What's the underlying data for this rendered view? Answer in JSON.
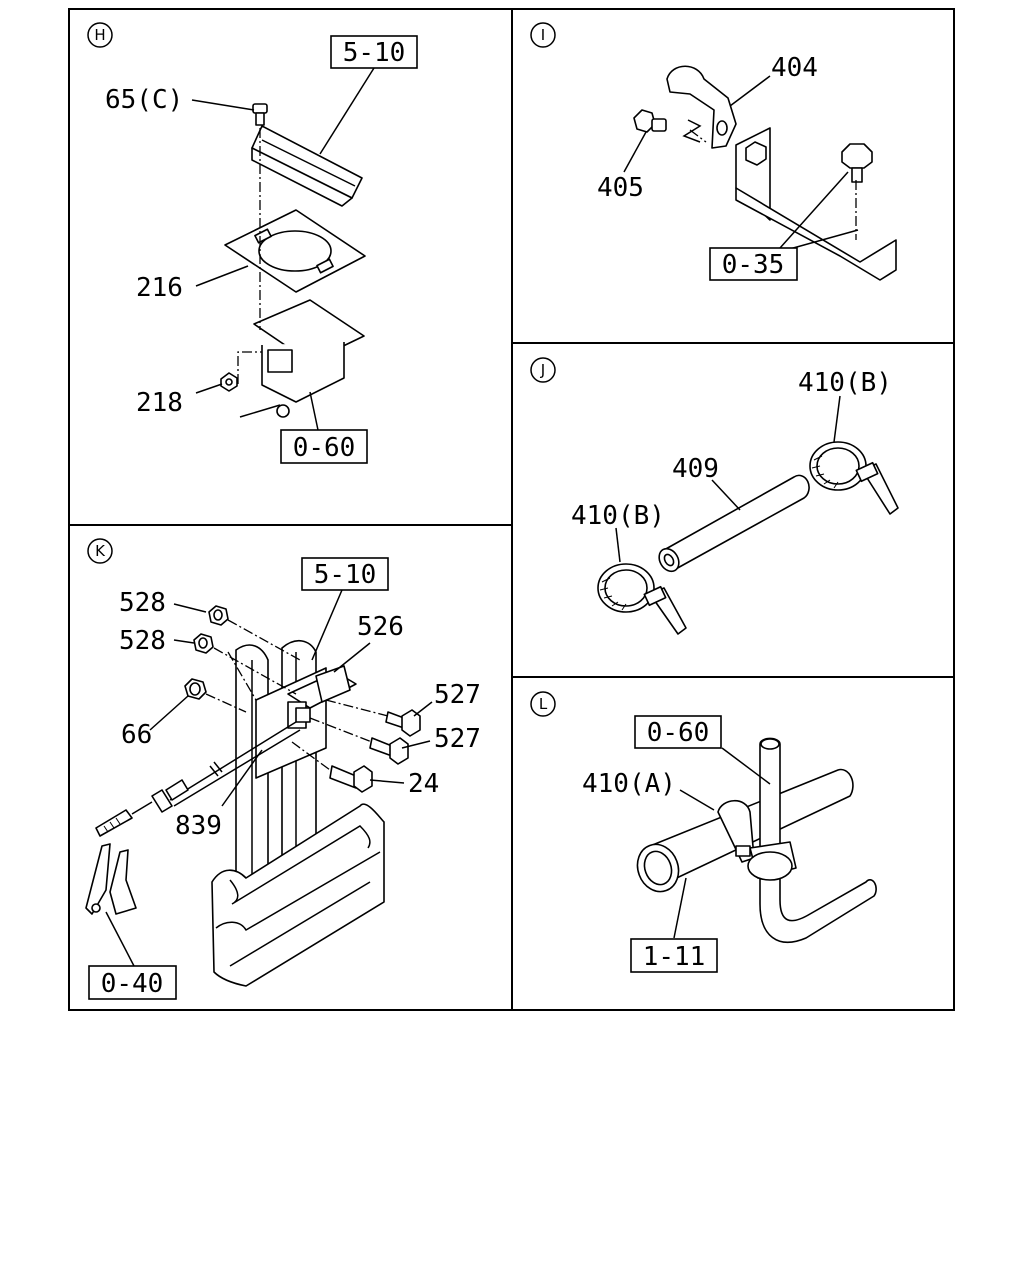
{
  "panels": {
    "H": {
      "letter": "H",
      "refs": {
        "r5_10": "5-10",
        "r0_60": "0-60"
      },
      "parts": {
        "p65c": "65(C)",
        "p216": "216",
        "p218": "218"
      }
    },
    "I": {
      "letter": "I",
      "refs": {
        "r0_35": "0-35"
      },
      "parts": {
        "p404": "404",
        "p405": "405"
      }
    },
    "J": {
      "letter": "J",
      "parts": {
        "p410b_top": "410(B)",
        "p409": "409",
        "p410b_left": "410(B)"
      }
    },
    "K": {
      "letter": "K",
      "refs": {
        "r5_10": "5-10",
        "r0_40": "0-40"
      },
      "parts": {
        "p528a": "528",
        "p528b": "528",
        "p526": "526",
        "p527a": "527",
        "p527b": "527",
        "p66": "66",
        "p24": "24",
        "p839": "839"
      }
    },
    "L": {
      "letter": "L",
      "refs": {
        "r0_60": "0-60",
        "r1_11": "1-11"
      },
      "parts": {
        "p410a": "410(A)"
      }
    }
  }
}
